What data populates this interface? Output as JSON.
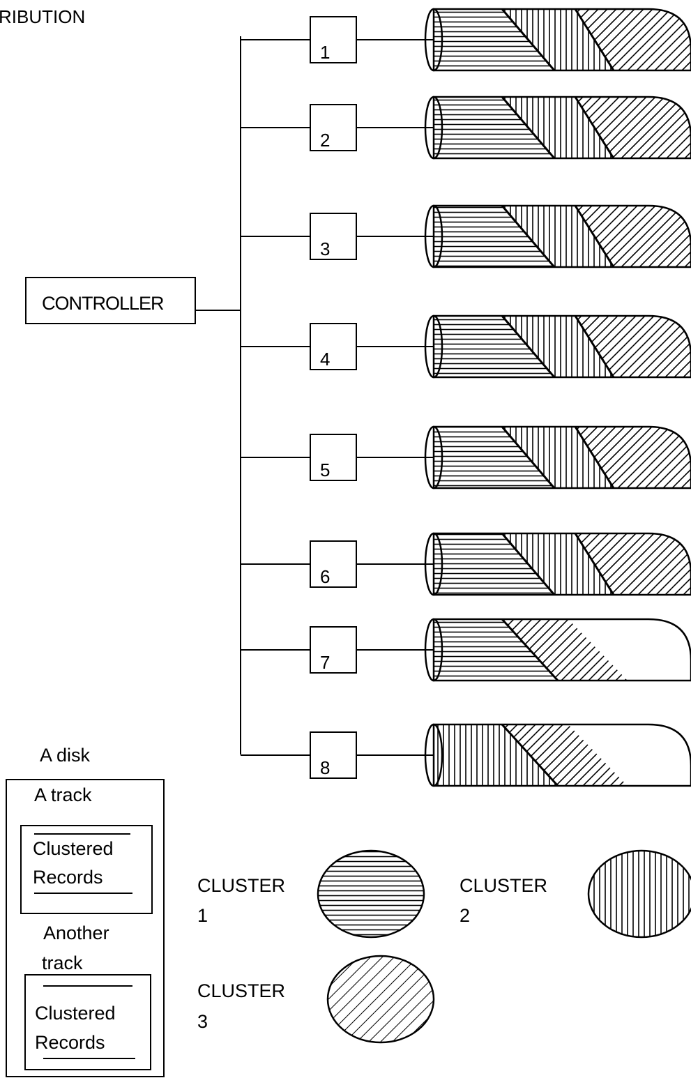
{
  "header": {
    "title_fragment": "RIBUTION"
  },
  "controller": {
    "label": "CONTROLLER"
  },
  "disks": [
    {
      "label": "1",
      "pattern": [
        "horizontal",
        "vertical",
        "diagonal"
      ]
    },
    {
      "label": "2",
      "pattern": [
        "horizontal",
        "vertical",
        "diagonal"
      ]
    },
    {
      "label": "3",
      "pattern": [
        "horizontal",
        "vertical",
        "diagonal"
      ]
    },
    {
      "label": "4",
      "pattern": [
        "horizontal",
        "vertical",
        "diagonal"
      ]
    },
    {
      "label": "5",
      "pattern": [
        "horizontal",
        "vertical",
        "diagonal"
      ]
    },
    {
      "label": "6",
      "pattern": [
        "horizontal",
        "vertical",
        "diagonal"
      ]
    },
    {
      "label": "7",
      "pattern": [
        "horizontal",
        "diagonal",
        "empty"
      ]
    },
    {
      "label": "8",
      "pattern": [
        "vertical",
        "diagonal",
        "empty"
      ]
    }
  ],
  "legend": {
    "disk_label": "A disk",
    "track1_label": "A track",
    "track1_content": [
      "Clustered",
      "Records"
    ],
    "track2_label": [
      "Another",
      "track"
    ],
    "track2_content": [
      "Clustered",
      "Records"
    ]
  },
  "clusters": [
    {
      "label_line1": "CLUSTER",
      "label_line2": "1",
      "pattern": "horizontal"
    },
    {
      "label_line1": "CLUSTER",
      "label_line2": "2",
      "pattern": "vertical"
    },
    {
      "label_line1": "CLUSTER",
      "label_line2": "3",
      "pattern": "diagonal"
    }
  ]
}
